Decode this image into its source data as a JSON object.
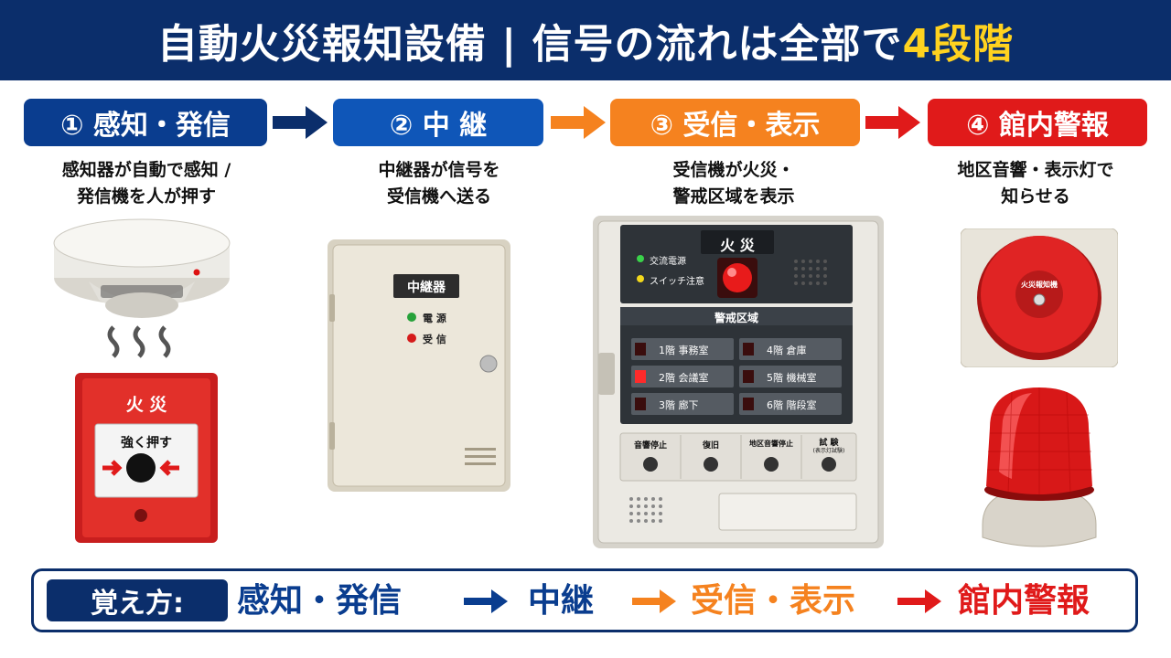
{
  "header": {
    "title_main": "自動火災報知設備 | 信号の流れは全部で",
    "title_highlight": "4段階"
  },
  "steps": [
    {
      "label": "① 感知・発信",
      "color": "#0a3d8f",
      "desc": [
        "感知器が自動で感知 /",
        "発信機を人が押す"
      ]
    },
    {
      "label": "② 中 継",
      "color": "#0f56b8",
      "desc": [
        "中継器が信号を",
        "受信機へ送る"
      ]
    },
    {
      "label": "③ 受信・表示",
      "color": "#f5821f",
      "desc": [
        "受信機が火災・",
        "警戒区域を表示"
      ]
    },
    {
      "label": "④ 館内警報",
      "color": "#e01a1a",
      "desc": [
        "地区音響・表示灯で",
        "知らせる"
      ]
    }
  ],
  "arrow_colors": [
    "#0b2e6b",
    "#f5821f",
    "#e01a1a"
  ],
  "devices": {
    "manual_station": {
      "top": "火 災",
      "button": "強く押す"
    },
    "relay": {
      "plate": "中継器",
      "led_power": "電 源",
      "led_receive": "受 信"
    },
    "receiver": {
      "fire": "火 災",
      "ac_power": "交流電源",
      "switch_note": "スイッチ注意",
      "zone_title": "警戒区域",
      "zones": [
        "1階 事務室",
        "4階 倉庫",
        "2階 会議室",
        "5階 機械室",
        "3階 廊下",
        "6階 階段室"
      ],
      "buttons": [
        "音響停止",
        "復旧",
        "地区音響停止",
        "試 験"
      ],
      "test_sub": "(表示灯試験)"
    },
    "bell": {
      "label": "火災報知機"
    }
  },
  "bottom": {
    "tag": "覚え方:",
    "sequence": [
      {
        "text": "感知・発信",
        "color": "#0a3d8f"
      },
      {
        "text": "中継",
        "color": "#0a3d8f"
      },
      {
        "text": "受信・表示",
        "color": "#f5821f"
      },
      {
        "text": "館内警報",
        "color": "#e01a1a"
      }
    ]
  }
}
